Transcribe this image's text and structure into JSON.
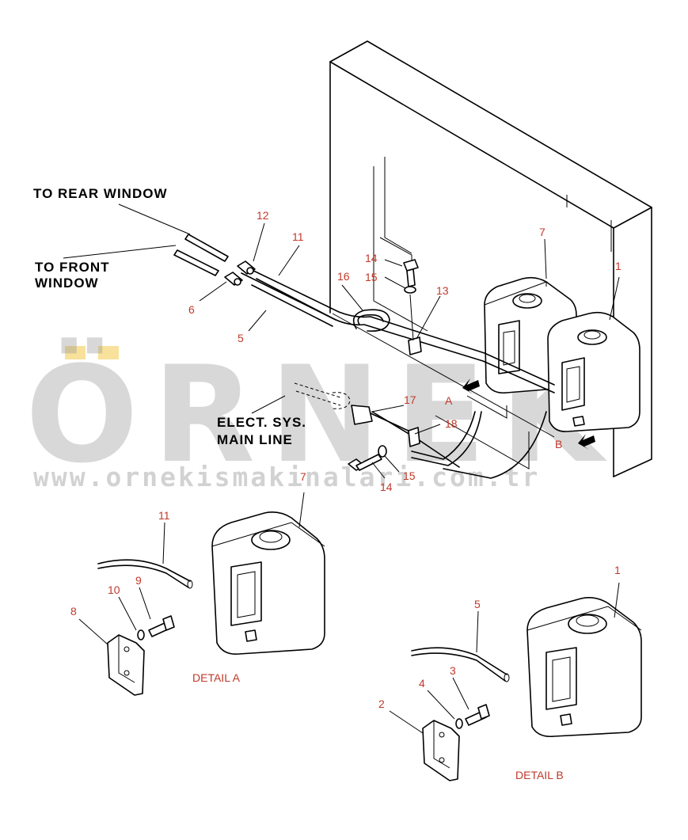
{
  "labels": {
    "to_rear_window": "TO REAR WINDOW",
    "to_front_window_1": "TO FRONT",
    "to_front_window_2": "WINDOW",
    "elect_sys_1": "ELECT. SYS.",
    "elect_sys_2": "MAIN LINE",
    "detail_a": "DETAIL A",
    "detail_b": "DETAIL B",
    "marker_a": "A",
    "marker_b": "B"
  },
  "callouts": {
    "c12": "12",
    "c11_top": "11",
    "c6": "6",
    "c5_top": "5",
    "c16": "16",
    "c14_top": "14",
    "c15_top": "15",
    "c13": "13",
    "c7_top": "7",
    "c1_top": "1",
    "c17": "17",
    "c18": "18",
    "c14_mid": "14",
    "c15_mid": "15",
    "c7_detail": "7",
    "c11_detail": "11",
    "c10": "10",
    "c9": "9",
    "c8": "8",
    "c1_detail": "1",
    "c5_detail": "5",
    "c4": "4",
    "c3": "3",
    "c2": "2"
  },
  "watermark": {
    "brand": "ÖRNEK",
    "url": "www.ornekismakinalari.com.tr"
  },
  "colors": {
    "callout": "#c0392b",
    "line": "#000000",
    "watermark": "#8e8e8e",
    "watermark_accent": "#f5d77a"
  }
}
